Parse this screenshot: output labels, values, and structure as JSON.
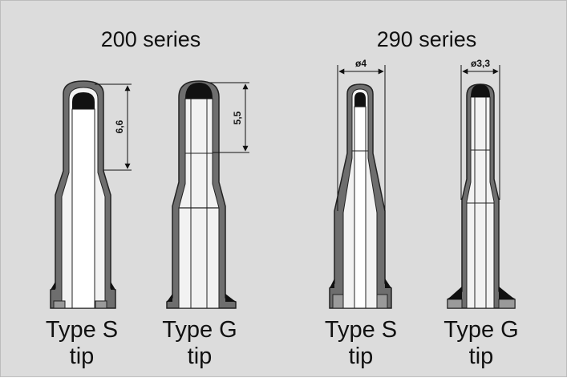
{
  "series": [
    {
      "title": "200 series",
      "tips": [
        {
          "caption_line1": "Type S",
          "caption_line2": "tip",
          "dimension": "6,6"
        },
        {
          "caption_line1": "Type G",
          "caption_line2": "tip",
          "dimension": "5,5"
        }
      ]
    },
    {
      "title": "290 series",
      "tips": [
        {
          "caption_line1": "Type S",
          "caption_line2": "tip",
          "dimension": "ø4"
        },
        {
          "caption_line1": "Type G",
          "caption_line2": "tip",
          "dimension": "ø3,3"
        }
      ]
    }
  ],
  "colors": {
    "background": "#dcdcdc",
    "wall": "#6e6e6e",
    "inner": "#f2f2f2",
    "tip_cap": "#111111",
    "outline": "#222222"
  }
}
